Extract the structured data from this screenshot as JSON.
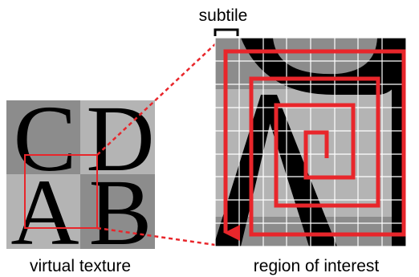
{
  "labels": {
    "subtile": "subtile",
    "left_caption": "virtual texture",
    "right_caption": "region of interest"
  },
  "texture_letters": [
    "C",
    "D",
    "A",
    "B"
  ],
  "colors": {
    "background": "#ffffff",
    "highlight_red": "#e8262b",
    "quadrant_dark": "#8c8c8c",
    "quadrant_light": "#b4b4b4",
    "grid_line": "#ffffff",
    "letter": "#000000"
  }
}
